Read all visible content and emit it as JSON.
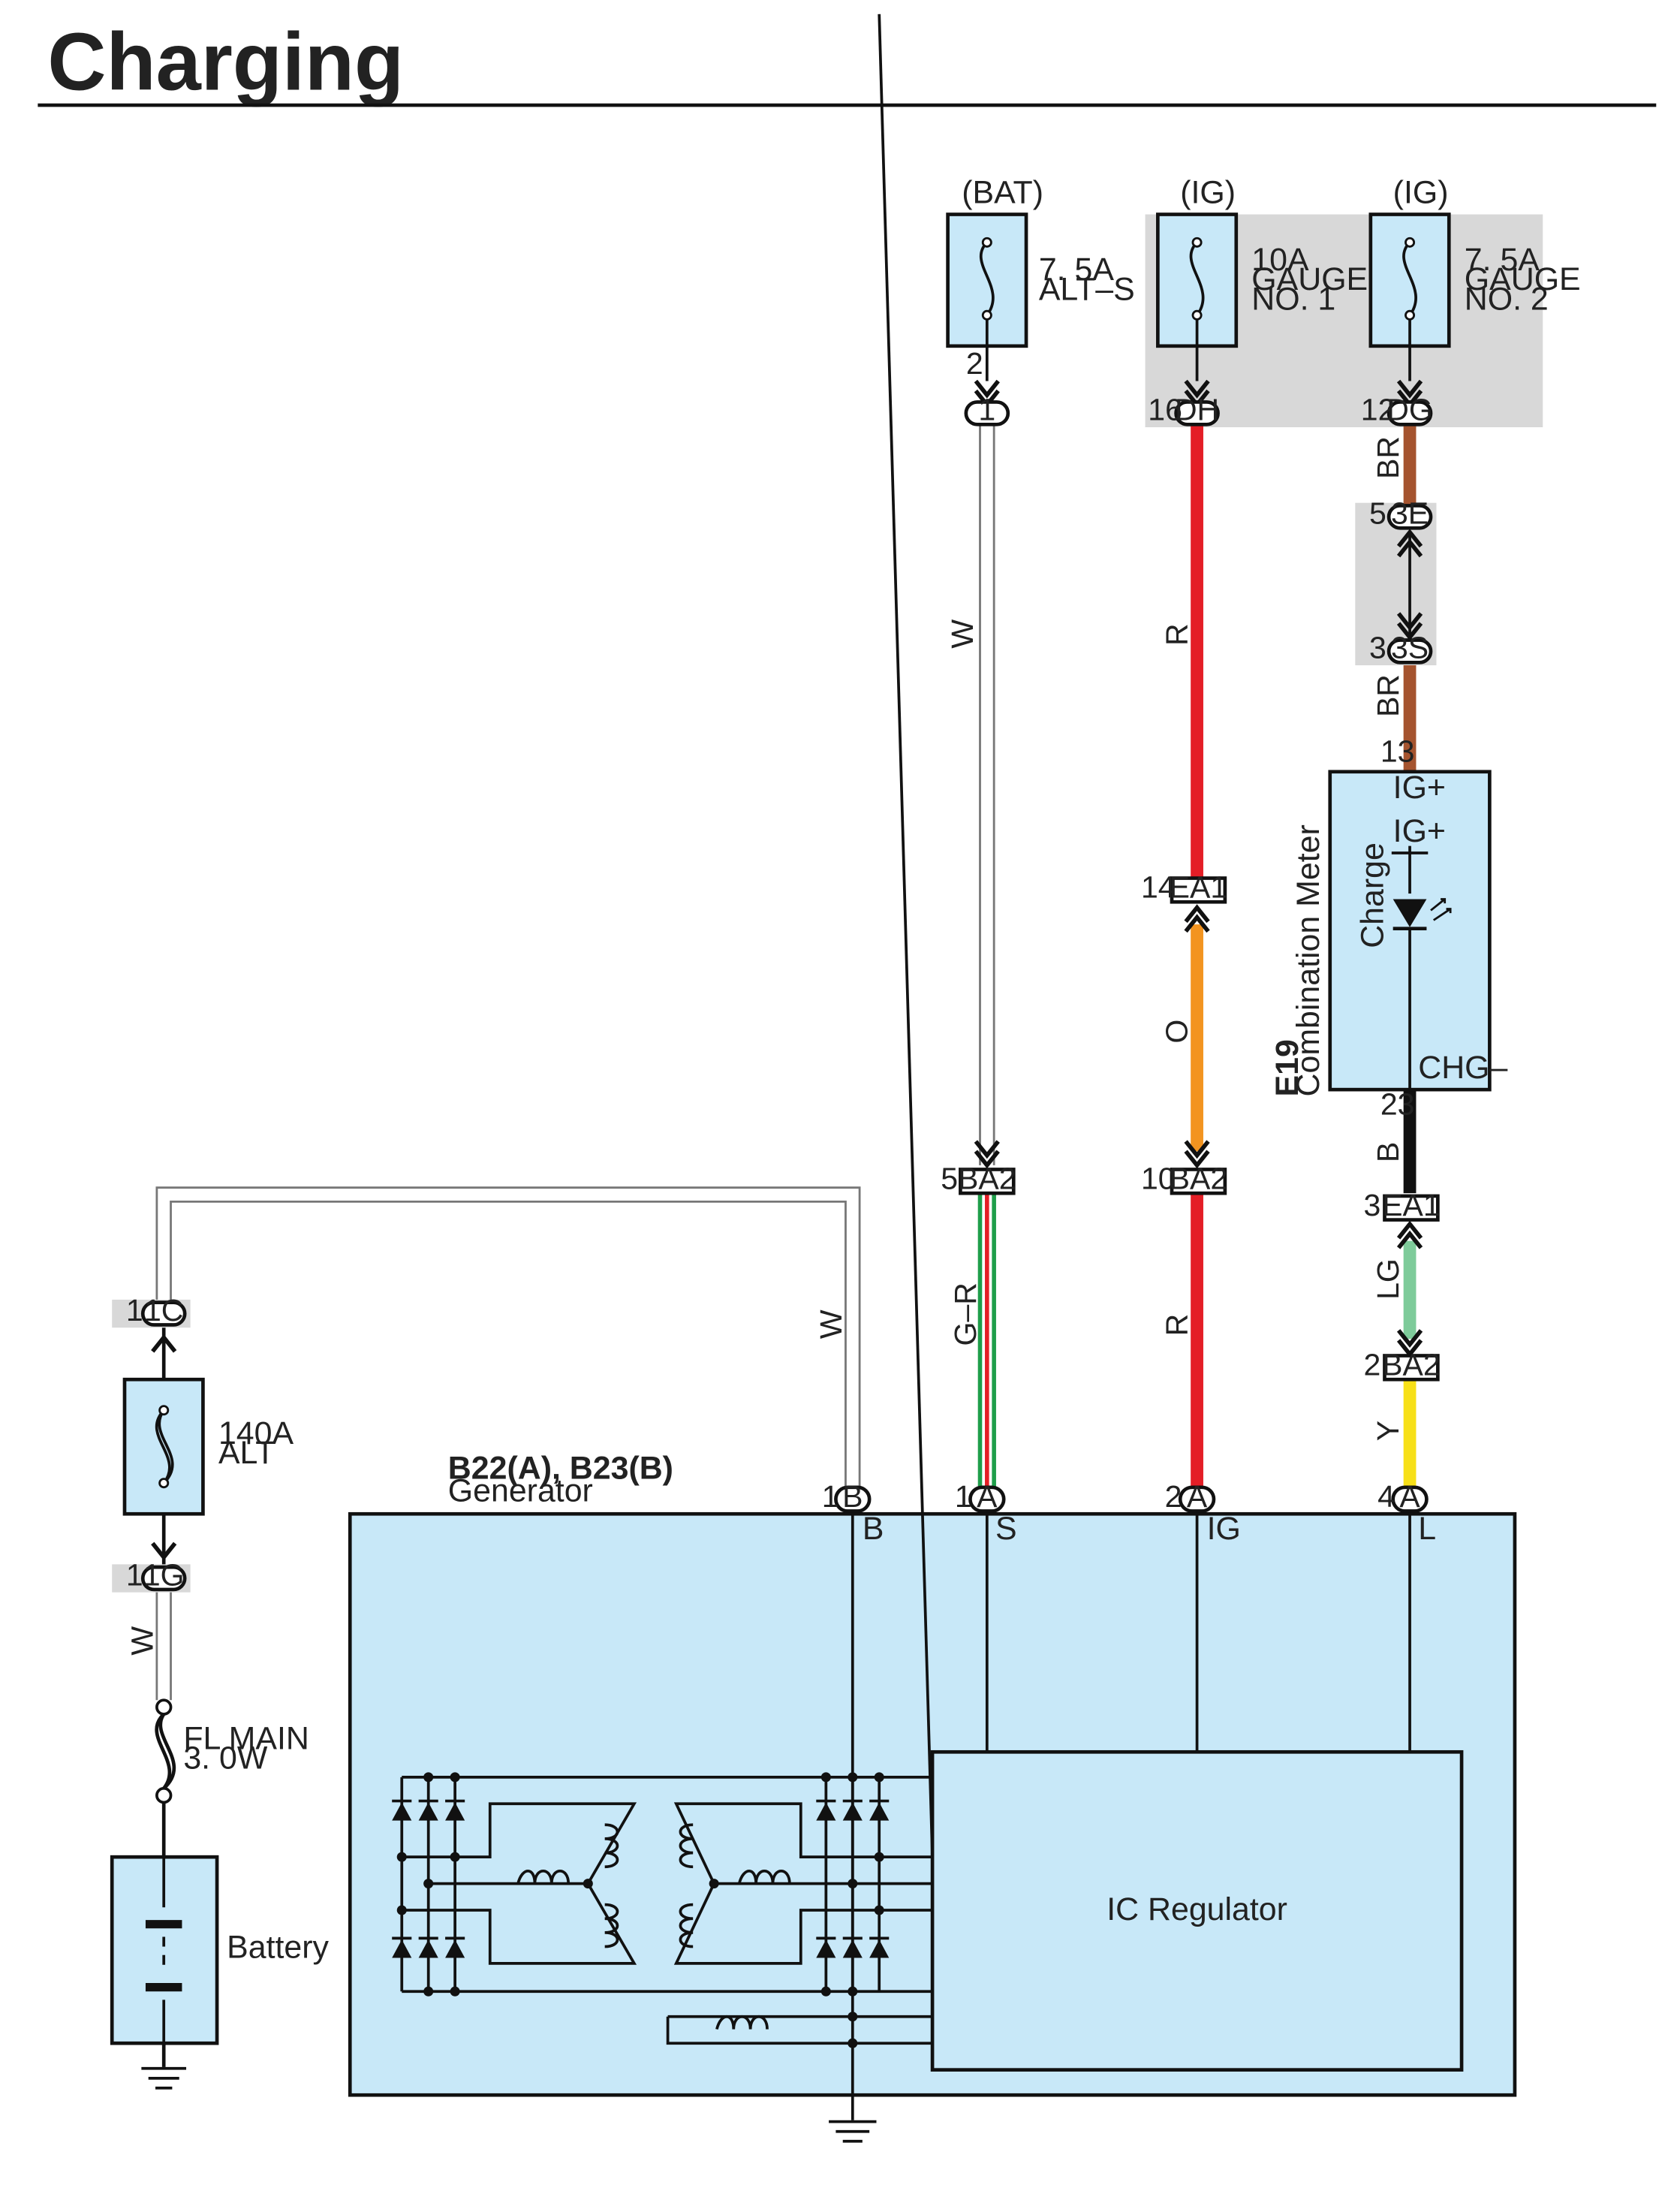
{
  "title": "Charging",
  "sources": {
    "bat": "(BAT)",
    "ig1": "(IG)",
    "ig2": "(IG)"
  },
  "fuses": {
    "alt_s": {
      "amp": "7. 5A",
      "name": "ALT–S"
    },
    "gauge1": {
      "amp": "10A",
      "name1": "GAUGE",
      "name2": "NO. 1"
    },
    "gauge2": {
      "amp": "7. 5A",
      "name1": "GAUGE",
      "name2": "NO. 2"
    },
    "alt": {
      "amp": "140A",
      "name": "ALT"
    },
    "fl_main": {
      "name": "FL MAIN",
      "size": "3. 0W"
    }
  },
  "connectors": {
    "c1": {
      "id": "1",
      "pin_top": "2"
    },
    "dh": {
      "id": "DH",
      "pin": "16"
    },
    "dg": {
      "id": "DG",
      "pin": "12"
    },
    "c3e": {
      "id": "3E",
      "pin": "5"
    },
    "c3s": {
      "id": "3S",
      "pin": "3"
    },
    "ea1_top": {
      "id": "EA1",
      "pin": "14"
    },
    "ba2_s": {
      "id": "BA2",
      "pin": "5"
    },
    "ba2_ig": {
      "id": "BA2",
      "pin": "10"
    },
    "ea1_l": {
      "id": "EA1",
      "pin": "3"
    },
    "ba2_l": {
      "id": "BA2",
      "pin": "2"
    },
    "c1c": {
      "id": "1C",
      "pin": "1"
    },
    "c1g": {
      "id": "1G",
      "pin": "1"
    }
  },
  "wires": {
    "w_bat": "W",
    "r_top": "R",
    "br_top": "BR",
    "br_mid": "BR",
    "o": "O",
    "gr": "G–R",
    "r_bot": "R",
    "b": "B",
    "lg": "LG",
    "y": "Y",
    "w_b": "W",
    "w_batt": "W"
  },
  "meter": {
    "code": "E19",
    "name": "Combination Meter",
    "pin_ig": "13",
    "term_ig_outer": "IG+",
    "term_ig_inner": "IG+",
    "lamp": "Charge",
    "term_chg": "CHG–",
    "pin_chg": "23"
  },
  "generator": {
    "code": "B22(A), B23(B)",
    "name": "Generator",
    "terminals": [
      {
        "pin": "1",
        "conn": "B",
        "name": "B"
      },
      {
        "pin": "1",
        "conn": "A",
        "name": "S"
      },
      {
        "pin": "2",
        "conn": "A",
        "name": "IG"
      },
      {
        "pin": "4",
        "conn": "A",
        "name": "L"
      }
    ],
    "regulator": "IC Regulator"
  },
  "battery": {
    "label": "Battery"
  },
  "colors": {
    "component_fill": "#c8e8f8",
    "shade": "#d8d8d8",
    "red": "#e41e26",
    "orange": "#f39420",
    "brown": "#a5542f",
    "green": "#1f9e4a",
    "light_green": "#7ecb9a",
    "yellow": "#f7e018",
    "black": "#111111",
    "white_wire": "#ffffff"
  }
}
